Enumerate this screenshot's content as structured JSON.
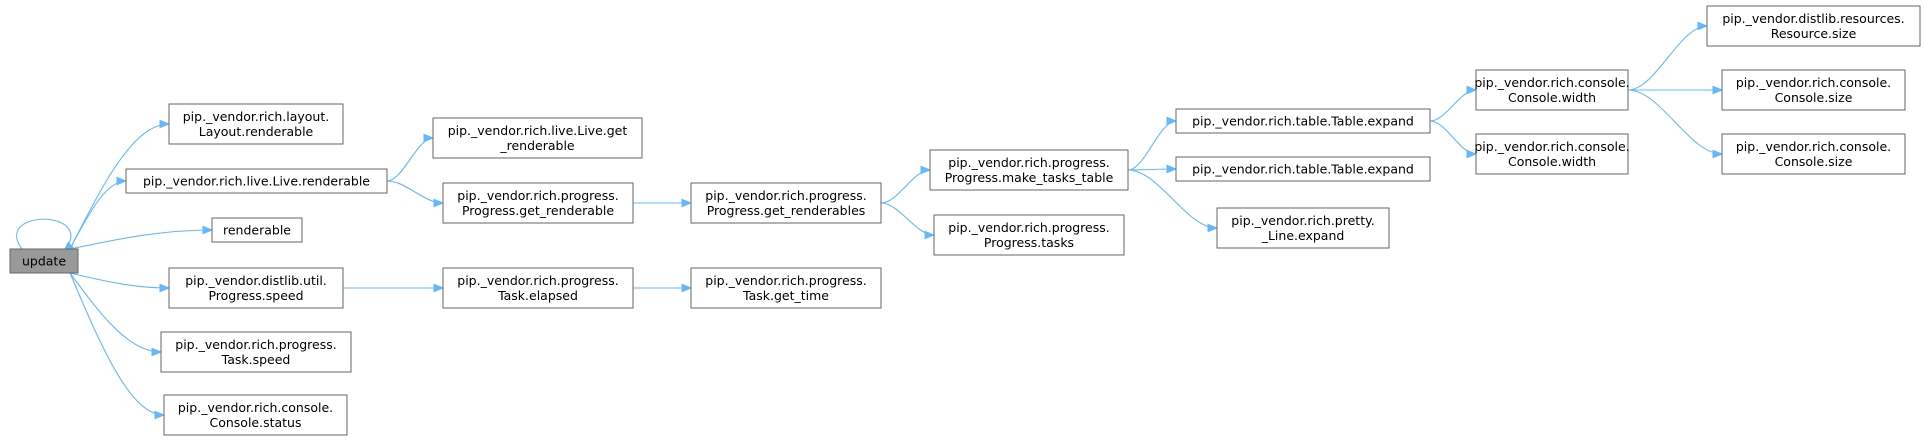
{
  "nodes": {
    "update": [
      "update"
    ],
    "layout_renderable": [
      "pip._vendor.rich.layout.",
      "Layout.renderable"
    ],
    "live_renderable": [
      "pip._vendor.rich.live.Live.renderable"
    ],
    "renderable": [
      "renderable"
    ],
    "distlib_speed": [
      "pip._vendor.distlib.util.",
      "Progress.speed"
    ],
    "task_speed": [
      "pip._vendor.rich.progress.",
      "Task.speed"
    ],
    "console_status": [
      "pip._vendor.rich.console.",
      "Console.status"
    ],
    "live_get_renderable": [
      "pip._vendor.rich.live.Live.get",
      "_renderable"
    ],
    "progress_get_renderable": [
      "pip._vendor.rich.progress.",
      "Progress.get_renderable"
    ],
    "task_elapsed": [
      "pip._vendor.rich.progress.",
      "Task.elapsed"
    ],
    "progress_get_renderables": [
      "pip._vendor.rich.progress.",
      "Progress.get_renderables"
    ],
    "task_get_time": [
      "pip._vendor.rich.progress.",
      "Task.get_time"
    ],
    "make_tasks_table": [
      "pip._vendor.rich.progress.",
      "Progress.make_tasks_table"
    ],
    "progress_tasks": [
      "pip._vendor.rich.progress.",
      "Progress.tasks"
    ],
    "table_expand_1": [
      "pip._vendor.rich.table.Table.expand"
    ],
    "table_expand_2": [
      "pip._vendor.rich.table.Table.expand"
    ],
    "line_expand": [
      "pip._vendor.rich.pretty.",
      "_Line.expand"
    ],
    "console_width_1": [
      "pip._vendor.rich.console.",
      "Console.width"
    ],
    "console_width_2": [
      "pip._vendor.rich.console.",
      "Console.width"
    ],
    "resource_size": [
      "pip._vendor.distlib.resources.",
      "Resource.size"
    ],
    "console_size_1": [
      "pip._vendor.rich.console.",
      "Console.size"
    ],
    "console_size_2": [
      "pip._vendor.rich.console.",
      "Console.size"
    ]
  },
  "edges": [
    [
      "update",
      "update"
    ],
    [
      "update",
      "layout_renderable"
    ],
    [
      "update",
      "live_renderable"
    ],
    [
      "update",
      "renderable"
    ],
    [
      "update",
      "distlib_speed"
    ],
    [
      "update",
      "task_speed"
    ],
    [
      "update",
      "console_status"
    ],
    [
      "live_renderable",
      "live_get_renderable"
    ],
    [
      "live_renderable",
      "progress_get_renderable"
    ],
    [
      "distlib_speed",
      "task_elapsed"
    ],
    [
      "progress_get_renderable",
      "progress_get_renderables"
    ],
    [
      "task_elapsed",
      "task_get_time"
    ],
    [
      "progress_get_renderables",
      "make_tasks_table"
    ],
    [
      "progress_get_renderables",
      "progress_tasks"
    ],
    [
      "make_tasks_table",
      "table_expand_1"
    ],
    [
      "make_tasks_table",
      "table_expand_2"
    ],
    [
      "make_tasks_table",
      "line_expand"
    ],
    [
      "table_expand_1",
      "console_width_1"
    ],
    [
      "table_expand_1",
      "console_width_2"
    ],
    [
      "console_width_1",
      "resource_size"
    ],
    [
      "console_width_1",
      "console_size_1"
    ],
    [
      "console_width_1",
      "console_size_2"
    ]
  ],
  "colors": {
    "edge": "#63b8ff",
    "node_border": "#666666",
    "root_fill": "#999999",
    "node_fill": "#ffffff"
  }
}
